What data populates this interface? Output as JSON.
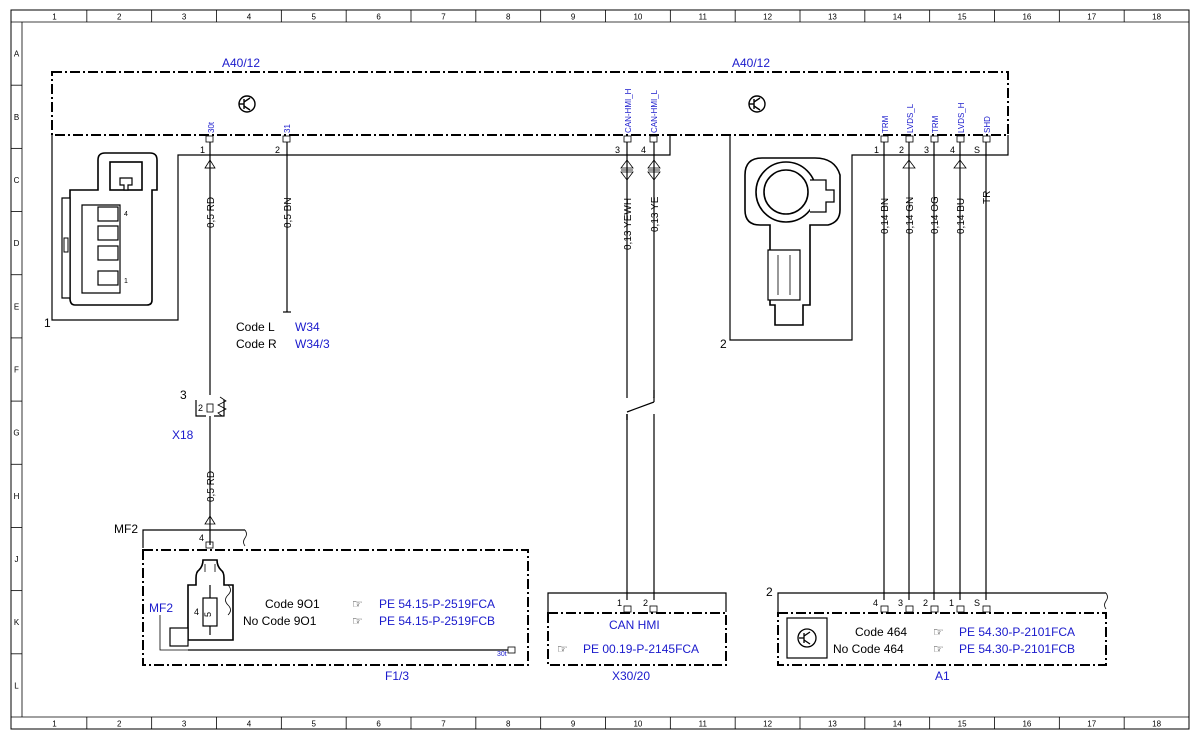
{
  "grid": {
    "columns": [
      "1",
      "2",
      "3",
      "4",
      "5",
      "6",
      "7",
      "8",
      "9",
      "10",
      "11",
      "12",
      "13",
      "14",
      "15",
      "16",
      "17",
      "18"
    ],
    "rows": [
      "A",
      "B",
      "C",
      "D",
      "E",
      "F",
      "G",
      "H",
      "J",
      "K",
      "L"
    ]
  },
  "modules": {
    "top_left_label": "A40/12",
    "top_right_label": "A40/12",
    "left_pins": [
      "30t",
      "31",
      "CAN-HMI_H",
      "CAN-HMI_L"
    ],
    "left_pin_numbers": [
      "1",
      "2",
      "3",
      "4"
    ],
    "right_pins": [
      "TRM",
      "LVDS_L",
      "TRM",
      "LVDS_H",
      "SHD"
    ],
    "right_pin_numbers": [
      "1",
      "2",
      "3",
      "4",
      "S"
    ]
  },
  "components": {
    "item1": "1",
    "item2": "2",
    "item3": "3",
    "a1_ref": "2"
  },
  "wires": {
    "w1": "0,5 RD",
    "w2": "0,5 BN",
    "w3": "0,13 YEWH",
    "w4": "0,13 YE",
    "w5": "0,14 BN",
    "w6": "0,14 GN",
    "w7": "0,14 OG",
    "w8": "0,14 BU",
    "w9": "TR",
    "w10": "0,5 RD"
  },
  "codes": {
    "code_l": "Code L",
    "code_l_ref": "W34",
    "code_r": "Code R",
    "code_r_ref": "W34/3"
  },
  "x18": {
    "label": "X18",
    "pin": "2"
  },
  "f13": {
    "label": "F1/3",
    "mf2_top": "MF2",
    "mf2_inner": "MF2",
    "pin4": "4",
    "fuse_num": "4",
    "fuse_val": "5",
    "pin30t": "30t",
    "code_a": "Code 9O1",
    "code_b": "No Code 9O1",
    "ref_a": "PE 54.15-P-2519FCA",
    "ref_b": "PE 54.15-P-2519FCB"
  },
  "x3020": {
    "label": "X30/20",
    "title": "CAN HMI",
    "pin1": "1",
    "pin2": "2",
    "ref": "PE 00.19-P-2145FCA"
  },
  "a1": {
    "label": "A1",
    "pins": [
      "4",
      "3",
      "2",
      "1",
      "S"
    ],
    "code_a": "Code 464",
    "code_b": "No Code 464",
    "ref_a": "PE 54.30-P-2101FCA",
    "ref_b": "PE 54.30-P-2101FCB"
  }
}
